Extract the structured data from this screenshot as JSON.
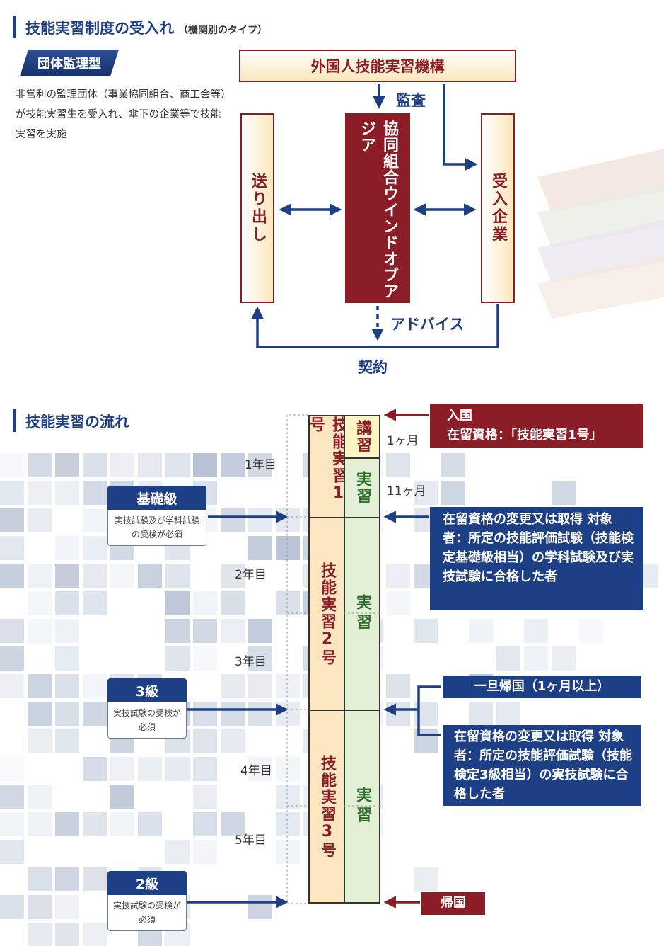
{
  "section1": {
    "title": "技能実習制度の受入れ",
    "subtitle": "（機関別のタイプ）",
    "type_badge": "団体監理型",
    "description": "非営利の監理団体（事業協同組合、商工会等）が技能実習生を受入れ、傘下の企業等で技能実習を実施"
  },
  "diagram": {
    "kiko": "外国人技能実習機構",
    "audit": "監査",
    "sender": "送り出し",
    "union": "協同組合ウインドオブアジア",
    "receiver": "受入企業",
    "advice": "アドバイス",
    "contract": "契約"
  },
  "section2": {
    "title": "技能実習の流れ"
  },
  "flow": {
    "years": [
      "1年目",
      "2年目",
      "3年目",
      "4年目",
      "5年目"
    ],
    "stages": [
      {
        "label": "技能実習1号",
        "training": "講習",
        "practice": "実習"
      },
      {
        "label": "技能実習2号",
        "practice": "実習"
      },
      {
        "label": "技能実習3号",
        "practice": "実習"
      }
    ],
    "durations": [
      "1ヶ月",
      "11ヶ月"
    ],
    "levels": [
      {
        "title": "基礎級",
        "desc": "実技試験及び学科試験の受検が必須"
      },
      {
        "title": "3級",
        "desc": "実技試験の受検が必須"
      },
      {
        "title": "2級",
        "desc": "実技試験の受検が必須"
      }
    ],
    "entry": {
      "line1": "入国",
      "line2": "在留資格：「技能実習1号」"
    },
    "change1": "在留資格の変更又は取得 対象者：所定の技能評価試験（技能検定基礎級相当）の学科試験及び実技試験に合格した者",
    "temp_return": "一旦帰国（1ヶ月以上）",
    "change2": "在留資格の変更又は取得 対象者：所定の技能評価試験（技能検定3級相当）の実技試験に合格した者",
    "return_home": "帰国"
  },
  "colors": {
    "navy": "#1d3f85",
    "maroon": "#8a1d25",
    "cream": "#fbe6bf",
    "green": "#e3efd5"
  }
}
